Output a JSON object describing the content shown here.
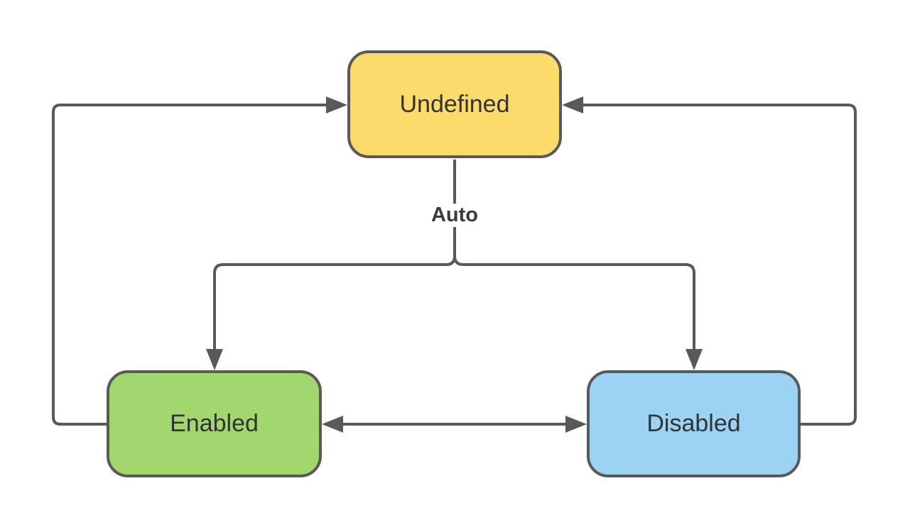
{
  "diagram": {
    "type": "state-diagram",
    "nodes": [
      {
        "id": "undefined",
        "label": "Undefined"
      },
      {
        "id": "enabled",
        "label": "Enabled"
      },
      {
        "id": "disabled",
        "label": "Disabled"
      }
    ],
    "edges": [
      {
        "from": "undefined",
        "to": "enabled",
        "label": "Auto",
        "bidirectional": false
      },
      {
        "from": "undefined",
        "to": "disabled",
        "label": "Auto",
        "bidirectional": false
      },
      {
        "from": "enabled",
        "to": "undefined",
        "label": "",
        "bidirectional": false
      },
      {
        "from": "disabled",
        "to": "undefined",
        "label": "",
        "bidirectional": false
      },
      {
        "from": "enabled",
        "to": "disabled",
        "label": "",
        "bidirectional": true
      }
    ],
    "auto_label": "Auto"
  },
  "colors": {
    "undefined-fill": "#FCDB6D",
    "enabled-fill": "#A2D76E",
    "disabled-fill": "#9CD3F2",
    "stroke": "#595959",
    "node-text": "#333333",
    "label-text": "#3A3A3A",
    "background": "#FFFFFF"
  }
}
